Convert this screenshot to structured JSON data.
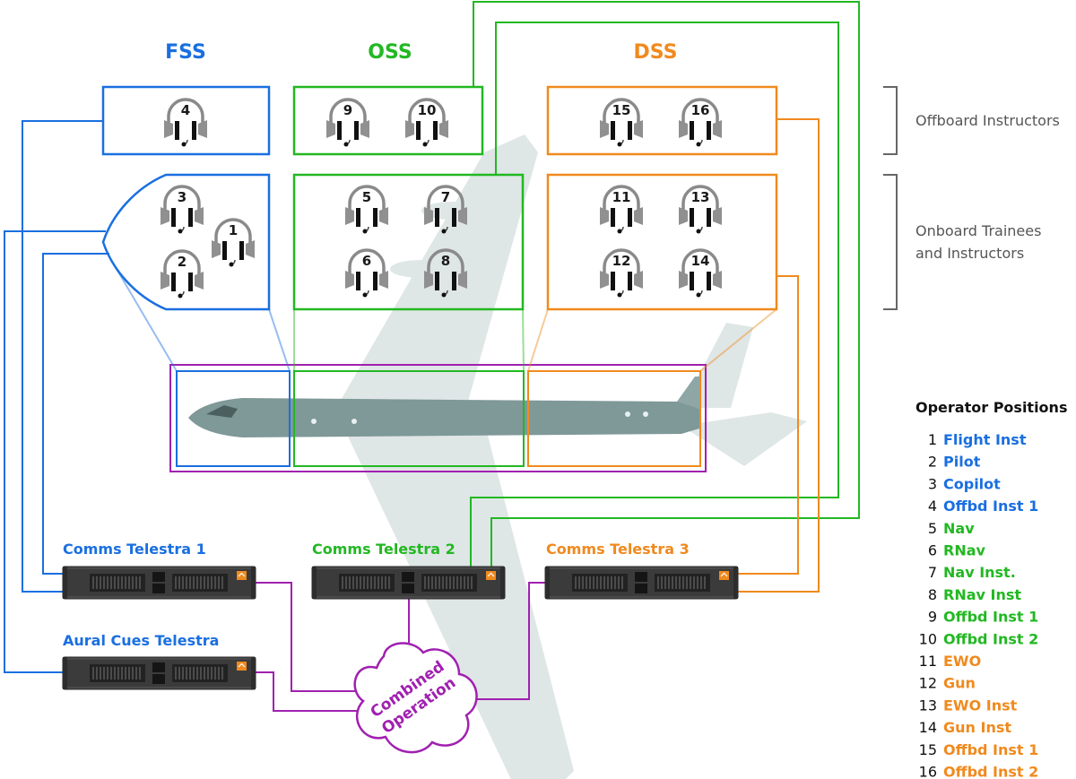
{
  "colors": {
    "fss": "#1a6fe0",
    "oss": "#22b822",
    "dss": "#f08a1e",
    "combined": "#a020b0",
    "bracket": "#666666",
    "aircraft": "#9fb3b3"
  },
  "sections": {
    "fss": "FSS",
    "oss": "OSS",
    "dss": "DSS"
  },
  "headsets": {
    "h1": "1",
    "h2": "2",
    "h3": "3",
    "h4": "4",
    "h5": "5",
    "h6": "6",
    "h7": "7",
    "h8": "8",
    "h9": "9",
    "h10": "10",
    "h11": "11",
    "h12": "12",
    "h13": "13",
    "h14": "14",
    "h15": "15",
    "h16": "16"
  },
  "groups": {
    "offboard": "Offboard Instructors",
    "onboard_line1": "Onboard Trainees",
    "onboard_line2": "and Instructors"
  },
  "devices": {
    "comms1": "Comms Telestra 1",
    "comms2": "Comms Telestra 2",
    "comms3": "Comms Telestra 3",
    "aural": "Aural Cues Telestra"
  },
  "cloud": {
    "line1": "Combined",
    "line2": "Operation"
  },
  "legend": {
    "title": "Operator Positions",
    "items": [
      {
        "num": "1",
        "name": "Flight Inst",
        "station": "fss"
      },
      {
        "num": "2",
        "name": "Pilot",
        "station": "fss"
      },
      {
        "num": "3",
        "name": "Copilot",
        "station": "fss"
      },
      {
        "num": "4",
        "name": "Offbd Inst 1",
        "station": "fss"
      },
      {
        "num": "5",
        "name": "Nav",
        "station": "oss"
      },
      {
        "num": "6",
        "name": "RNav",
        "station": "oss"
      },
      {
        "num": "7",
        "name": "Nav Inst.",
        "station": "oss"
      },
      {
        "num": "8",
        "name": "RNav Inst",
        "station": "oss"
      },
      {
        "num": "9",
        "name": "Offbd Inst 1",
        "station": "oss"
      },
      {
        "num": "10",
        "name": "Offbd Inst 2",
        "station": "oss"
      },
      {
        "num": "11",
        "name": "EWO",
        "station": "dss"
      },
      {
        "num": "12",
        "name": "Gun",
        "station": "dss"
      },
      {
        "num": "13",
        "name": "EWO Inst",
        "station": "dss"
      },
      {
        "num": "14",
        "name": "Gun Inst",
        "station": "dss"
      },
      {
        "num": "15",
        "name": "Offbd Inst 1",
        "station": "dss"
      },
      {
        "num": "16",
        "name": "Offbd Inst 2",
        "station": "dss"
      }
    ]
  }
}
